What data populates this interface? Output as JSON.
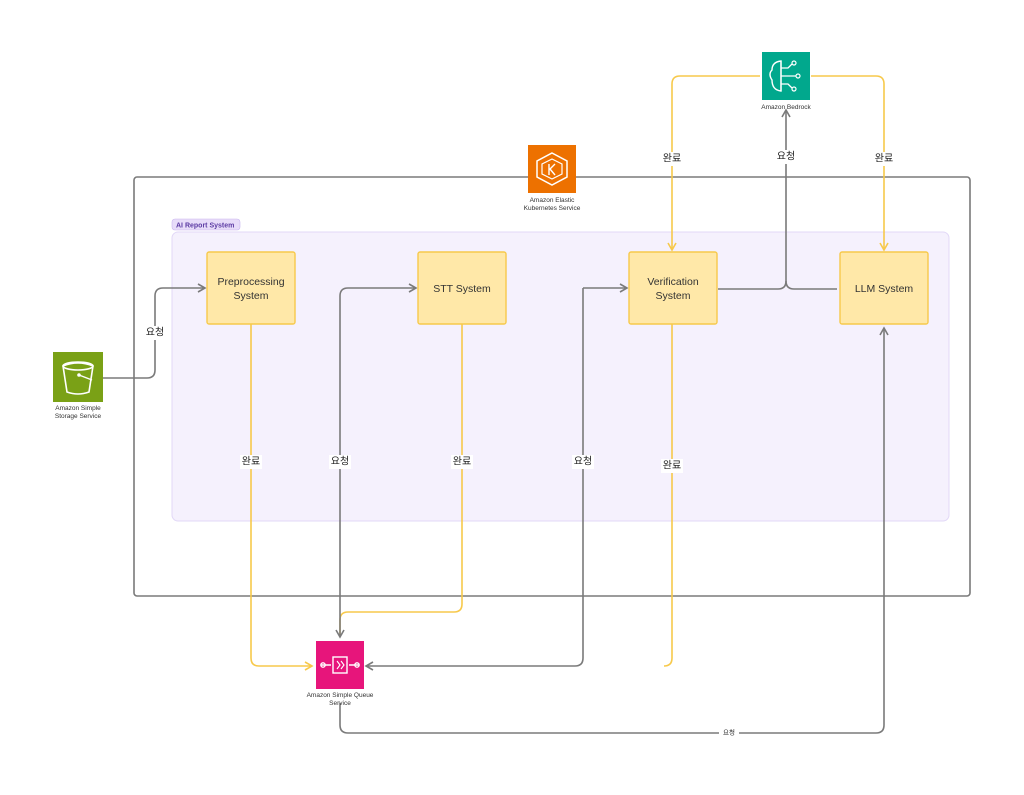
{
  "group_label": "AI Report System",
  "services": {
    "s3": {
      "label_line1": "Amazon Simple",
      "label_line2": "Storage Service",
      "color": "#7aa116"
    },
    "eks": {
      "label_line1": "Amazon Elastic",
      "label_line2": "Kubernetes Service",
      "color": "#ed7100"
    },
    "bedrock": {
      "label": "Amazon Bedrock",
      "color": "#01a88d"
    },
    "sqs": {
      "label_line1": "Amazon Simple Queue",
      "label_line2": "Service",
      "color": "#e7157b"
    }
  },
  "systems": {
    "preprocessing": {
      "line1": "Preprocessing",
      "line2": "System"
    },
    "stt": {
      "line1": "STT System"
    },
    "verification": {
      "line1": "Verification",
      "line2": "System"
    },
    "llm": {
      "line1": "LLM System"
    }
  },
  "edge_labels": {
    "s3_to_pre": "요청",
    "pre_to_sqs": "완료",
    "sqs_to_stt": "요청",
    "stt_to_sqs": "완료",
    "sqs_to_ver": "요청",
    "ver_to_sqs": "완료",
    "ver_to_bedrock": "요청",
    "bedrock_to_ver": "완료",
    "bedrock_to_llm": "완료",
    "sqs_to_llm": "요청"
  },
  "colors": {
    "system_fill": "#ffe8a8",
    "system_stroke": "#f7c94b",
    "group_fill": "#f5f1fd",
    "group_stroke": "#e2d8f7",
    "group_tag_fill": "#e7dcf9",
    "cluster_stroke": "#7a7a7a",
    "complete_edge": "#f7c94b",
    "request_edge": "#7a7a7a"
  }
}
